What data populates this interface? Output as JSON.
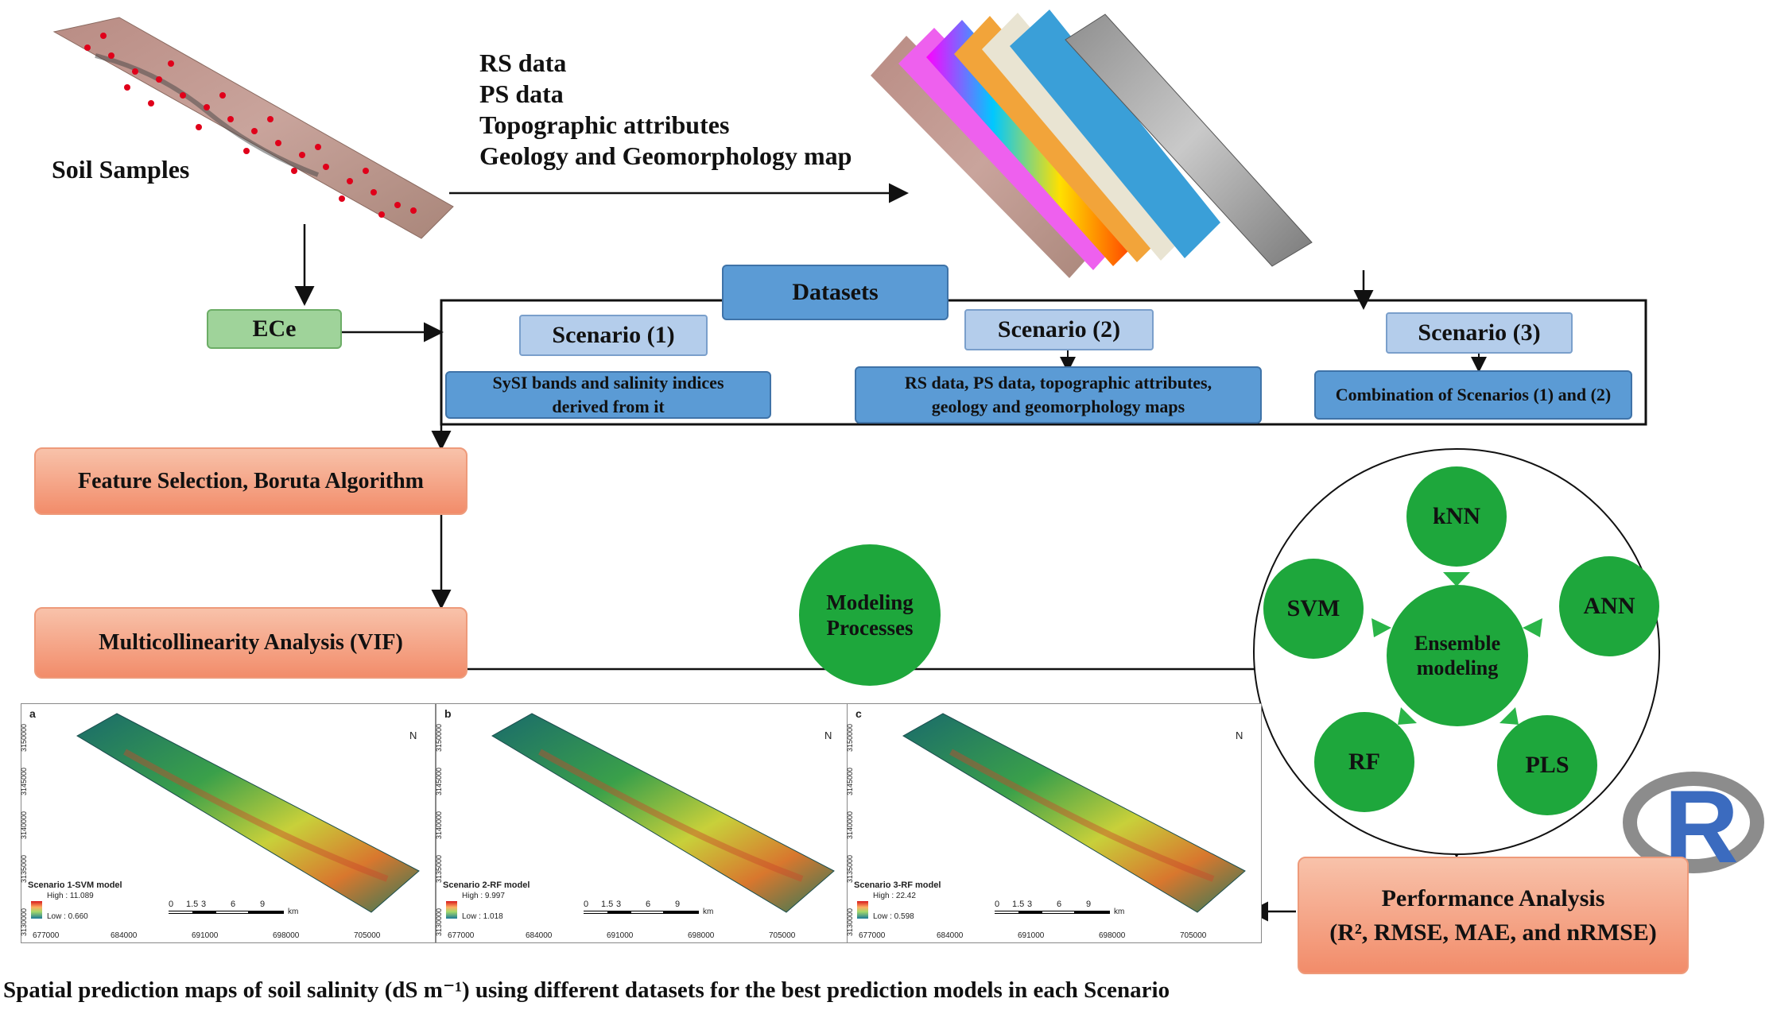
{
  "soil_samples_label": "Soil Samples",
  "data_list": [
    "RS data",
    "PS data",
    "Topographic attributes",
    "Geology and Geomorphology map"
  ],
  "ece_label": "ECe",
  "datasets_label": "Datasets",
  "scenarios": [
    {
      "title": "Scenario (1)",
      "desc_line1": "SySI bands and salinity indices",
      "desc_line2": "derived from it"
    },
    {
      "title": "Scenario (2)",
      "desc_line1": "RS data, PS data, topographic attributes,",
      "desc_line2": "geology and geomorphology maps"
    },
    {
      "title": "Scenario (3)",
      "desc_line1": "Combination of Scenarios (1) and (2)",
      "desc_line2": ""
    }
  ],
  "feature_selection_label": "Feature Selection, Boruta Algorithm",
  "multicollinearity_label": "Multicollinearity Analysis (VIF)",
  "modeling_processes_label": "Modeling Processes",
  "models": {
    "knn": "kNN",
    "svm": "SVM",
    "ann": "ANN",
    "rf": "RF",
    "pls": "PLS",
    "ensemble": "Ensemble modeling"
  },
  "performance_line1": "Performance Analysis",
  "performance_line2": "(R², RMSE, MAE, and nRMSE)",
  "r_logo_text": "R",
  "maps": [
    {
      "letter": "a",
      "title": "Scenario 1-SVM model",
      "high": "High : 11.089",
      "low": "Low : 0.660"
    },
    {
      "letter": "b",
      "title": "Scenario 2-RF model",
      "high": "High : 9.997",
      "low": "Low : 1.018"
    },
    {
      "letter": "c",
      "title": "Scenario 3-RF model",
      "high": "High : 22.42",
      "low": "Low : 0.598"
    }
  ],
  "map_x_ticks": [
    "677000",
    "684000",
    "691000",
    "698000",
    "705000"
  ],
  "map_y_ticks": [
    "3150000",
    "3145000",
    "3140000",
    "3135000",
    "3130000"
  ],
  "scale_ticks": [
    "0",
    "1.5",
    "3",
    "6",
    "9"
  ],
  "scale_unit": "km",
  "north_label": "N",
  "caption": "Spatial prediction maps of soil salinity (dS m⁻¹) using different datasets for the best prediction models in each Scenario"
}
